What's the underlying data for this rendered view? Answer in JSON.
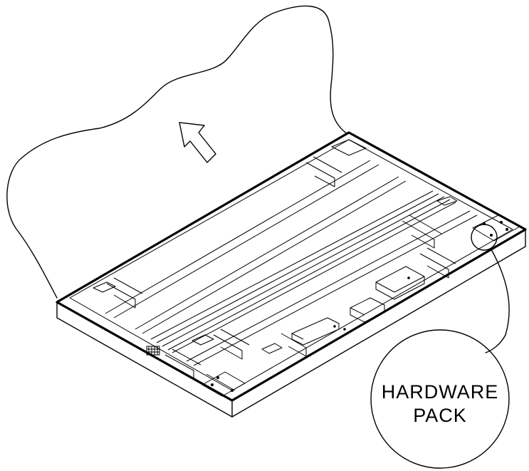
{
  "callout": {
    "line1": "HARDWARE",
    "line2": "PACK"
  },
  "drawing": {
    "stroke_color": "#000000",
    "background_color": "#ffffff",
    "arrow_direction": "up-left"
  }
}
